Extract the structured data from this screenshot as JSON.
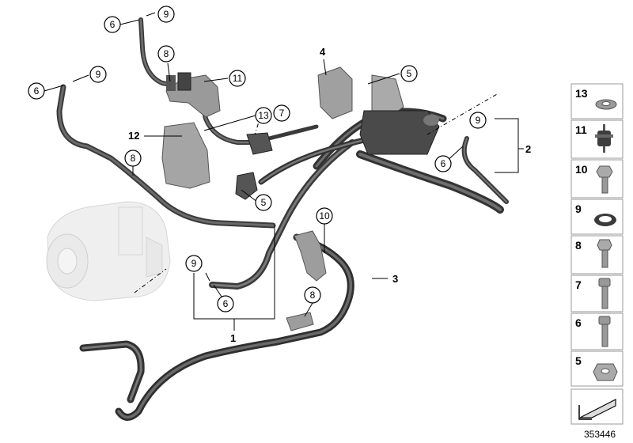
{
  "callouts": [
    "9",
    "6",
    "8",
    "11",
    "9",
    "6",
    "13",
    "7",
    "12",
    "8",
    "4",
    "5",
    "5",
    "9",
    "2",
    "6",
    "10",
    "9",
    "6",
    "3",
    "8",
    "1"
  ],
  "legend": [
    "13",
    "11",
    "10",
    "9",
    "8",
    "7",
    "6",
    "5"
  ],
  "drawing_number": "353446"
}
